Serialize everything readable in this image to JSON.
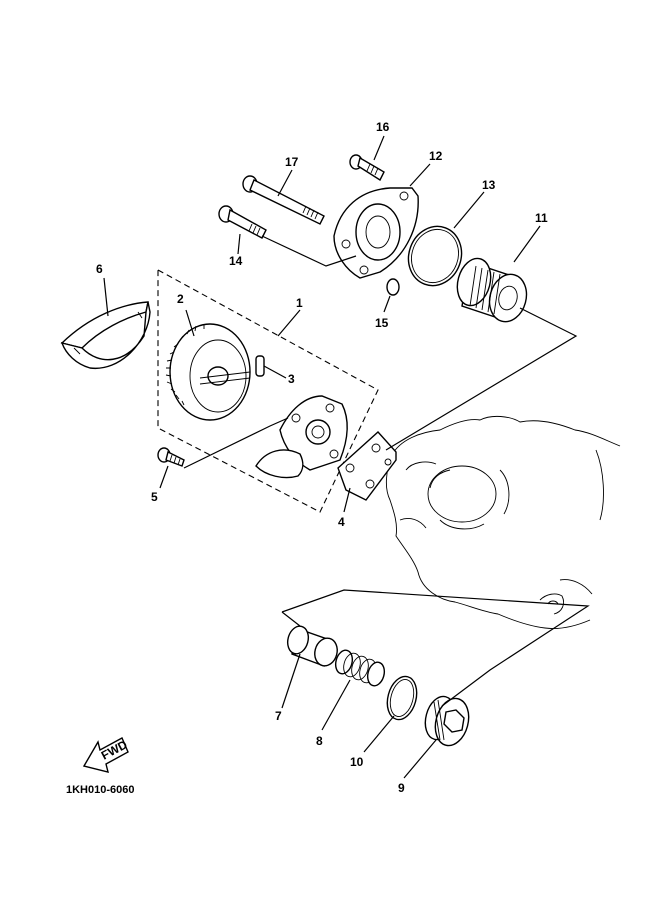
{
  "diagram": {
    "drawing_code": "1KH010-6060",
    "fwd_label": "FWD",
    "callouts": [
      "1",
      "2",
      "3",
      "4",
      "5",
      "6",
      "7",
      "8",
      "9",
      "10",
      "11",
      "12",
      "13",
      "14",
      "15",
      "16",
      "17"
    ]
  }
}
